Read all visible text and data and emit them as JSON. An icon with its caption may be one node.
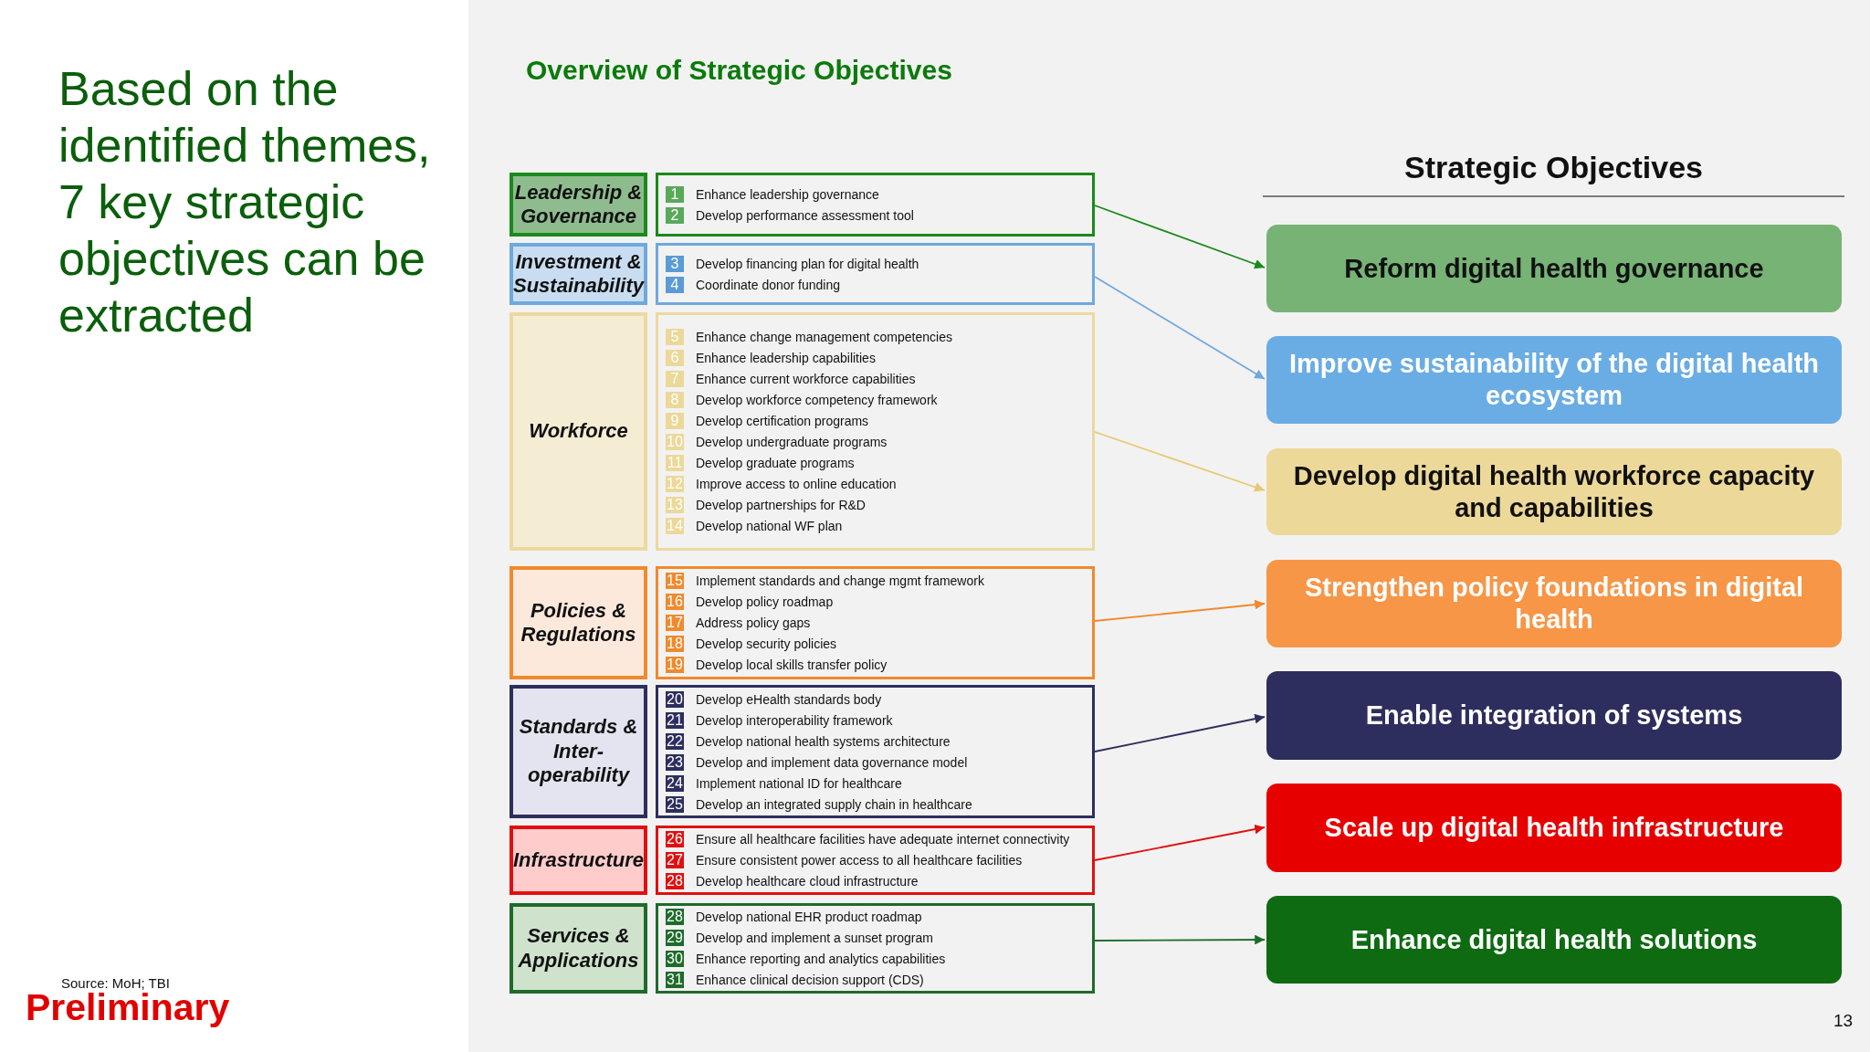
{
  "diagram": {
    "title": "Based on the identified themes, 7 key strategic objectives can be extracted",
    "nodes": [
      {
        "text": [
          "Leadership & Governance"
        ]
      },
      {
        "text": [
          "1",
          "Enhance leadership governance",
          "2",
          "Develop performance assessment tool"
        ]
      },
      {
        "text": [
          "Investment & Sustainability"
        ]
      },
      {
        "text": [
          "3",
          "Develop financing plan for digital health",
          "4",
          "Coordinate donor funding"
        ]
      },
      {
        "text": [
          "Workforce"
        ]
      },
      {
        "text": [
          "5",
          "Enhance change management competencies",
          "6",
          "Enhance leadership capabilities",
          "7",
          "Enhance current workforce capabilities",
          "8",
          "Develop workforce competency framework",
          "9",
          "Develop certification programs",
          "10",
          "Develop undergraduate programs",
          "11",
          "Develop graduate programs",
          "12",
          "Improve access to online education",
          "13",
          "Develop partnerships for R&D",
          "14",
          "Develop national WF plan"
        ]
      },
      {
        "text": [
          "Policies & Regulations"
        ]
      },
      {
        "text": [
          "15",
          "Implement standards and change mgmt framework",
          "16",
          "Develop policy roadmap",
          "17",
          "Address policy gaps",
          "18",
          "Develop security policies",
          "19",
          "Develop local skills transfer policy"
        ]
      },
      {
        "text": [
          "Standards & Inter-operability"
        ]
      },
      {
        "text": [
          "20",
          "Develop eHealth standards body",
          "21",
          "Develop interoperability framework",
          "22",
          "Develop national health systems architecture",
          "23",
          "Develop and implement data governance model",
          "24",
          "Implement national ID for healthcare",
          "25",
          "Develop an integrated supply chain in healthcare"
        ]
      },
      {
        "text": [
          "Infrastructure"
        ]
      },
      {
        "text": [
          "26",
          "Ensure all healthcare facilities have adequate internet connectivity",
          "27",
          "Ensure consistent power access to all healthcare facilities",
          "28",
          "Develop healthcare cloud infrastructure"
        ]
      },
      {
        "text": [
          "Services & Applications"
        ]
      },
      {
        "text": [
          "28",
          "Develop national EHR product roadmap",
          "29",
          "Develop and implement a sunset program",
          "30",
          "Enhance reporting and analytics capabilities",
          "31",
          "Enhance clinical decision support (CDS)"
        ]
      },
      {
        "text": [
          "Reform digital health governance"
        ]
      },
      {
        "text": [
          "Improve sustainability of the digital health ecosystem"
        ]
      },
      {
        "text": [
          "Develop digital health workforce capacity and capabilities"
        ]
      },
      {
        "text": [
          "Strengthen policy foundations in digital health"
        ]
      },
      {
        "text": [
          "Enable integration of systems"
        ]
      },
      {
        "text": [
          "Scale up digital health infrastructure"
        ]
      },
      {
        "text": [
          "Enhance digital health solutions"
        ]
      }
    ],
    "edges": [
      {
        "from": 1,
        "to": 14,
        "arrow": "to",
        "color": "#1a8a1a"
      },
      {
        "from": 3,
        "to": 15,
        "arrow": "to",
        "color": "#6fa8dc"
      },
      {
        "from": 5,
        "to": 16,
        "arrow": "to",
        "color": "#e8c870"
      },
      {
        "from": 7,
        "to": 17,
        "arrow": "to",
        "color": "#f08a2c"
      },
      {
        "from": 9,
        "to": 18,
        "arrow": "to",
        "color": "#2e2e5e"
      },
      {
        "from": 11,
        "to": 19,
        "arrow": "to",
        "color": "#e01010"
      },
      {
        "from": 13,
        "to": 20,
        "arrow": "to",
        "color": "#1e6b2a"
      }
    ],
    "labels": [
      "Overview of Strategic Objectives",
      "Strategic Objectives",
      "Source: MoH; TBI",
      "Preliminary",
      "13"
    ]
  }
}
